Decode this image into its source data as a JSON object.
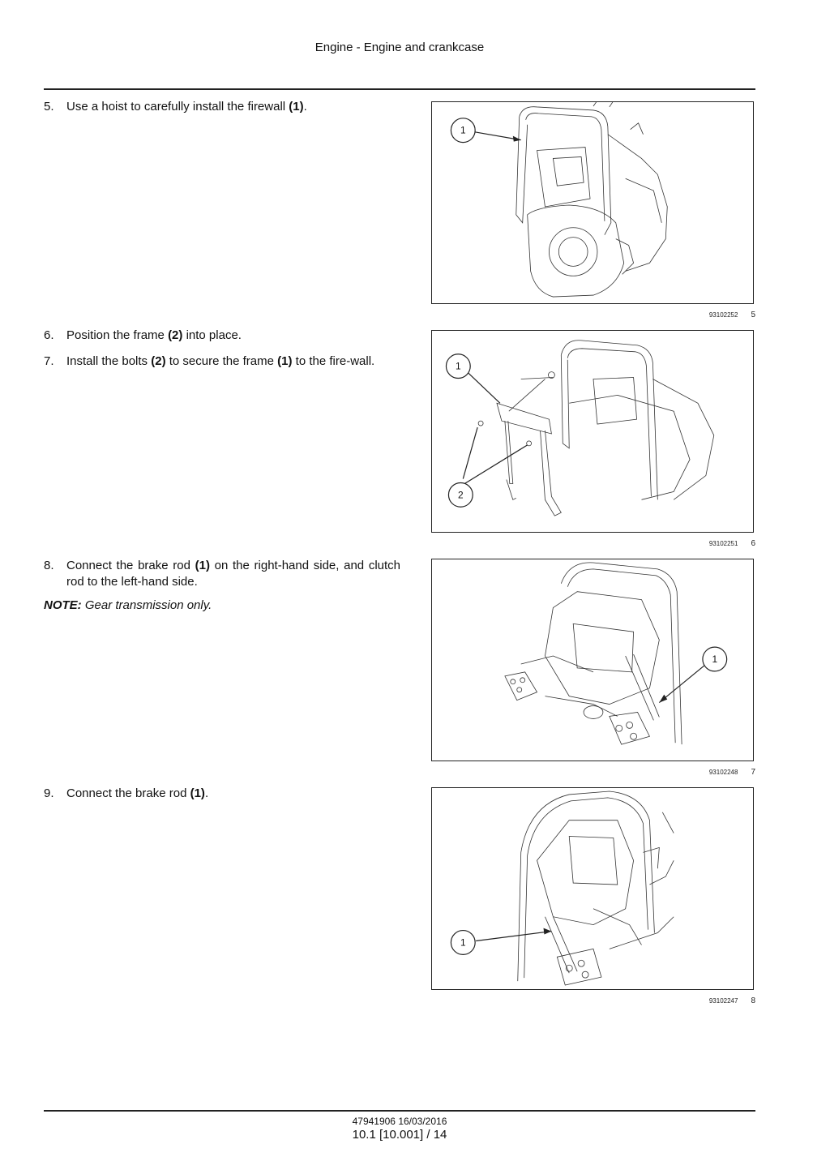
{
  "header": {
    "title": "Engine - Engine and crankcase"
  },
  "steps": [
    {
      "num": "5.",
      "pre": "Use a hoist to carefully install the firewall ",
      "ref": "(1)",
      "post": "."
    },
    {
      "num": "6.",
      "pre": "Position the frame ",
      "ref": "(2)",
      "post": " into place."
    },
    {
      "num": "7.",
      "pre": "Install the bolts ",
      "ref": "(2)",
      "mid": " to secure the frame ",
      "ref2": "(1)",
      "post": " to the fire-wall."
    },
    {
      "num": "8.",
      "pre": "Connect the brake rod ",
      "ref": "(1)",
      "post": " on the right-hand side, and clutch rod to the left-hand side."
    },
    {
      "num": "9.",
      "pre": "Connect the brake rod ",
      "ref": "(1)",
      "post": "."
    }
  ],
  "note": {
    "label": "NOTE:",
    "text": " Gear transmission only."
  },
  "figures": [
    {
      "code": "93102252",
      "number": "5",
      "callouts": [
        "1"
      ]
    },
    {
      "code": "93102251",
      "number": "6",
      "callouts": [
        "1",
        "2"
      ]
    },
    {
      "code": "93102248",
      "number": "7",
      "callouts": [
        "1"
      ]
    },
    {
      "code": "93102247",
      "number": "8",
      "callouts": [
        "1"
      ]
    }
  ],
  "footer": {
    "doc": "47941906 16/03/2016",
    "page": "10.1 [10.001] / 14"
  }
}
